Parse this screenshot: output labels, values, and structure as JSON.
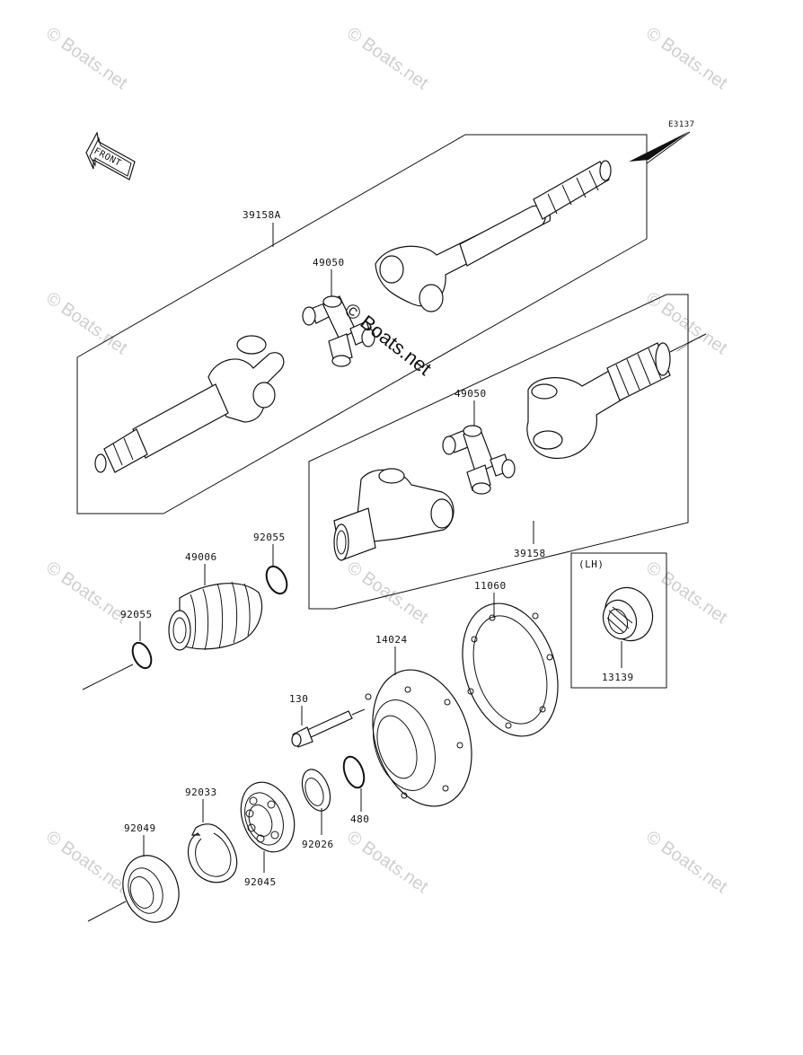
{
  "diagram": {
    "ref_code": "E3137",
    "front_label": "FRONT",
    "lh_label": "(LH)",
    "watermark": "© Boats.net",
    "parts": [
      "39158A",
      "49050",
      "49050",
      "39158",
      "49006",
      "92055",
      "92055",
      "11060",
      "14024",
      "130",
      "480",
      "92026",
      "92033",
      "92045",
      "92049",
      "13139"
    ]
  }
}
